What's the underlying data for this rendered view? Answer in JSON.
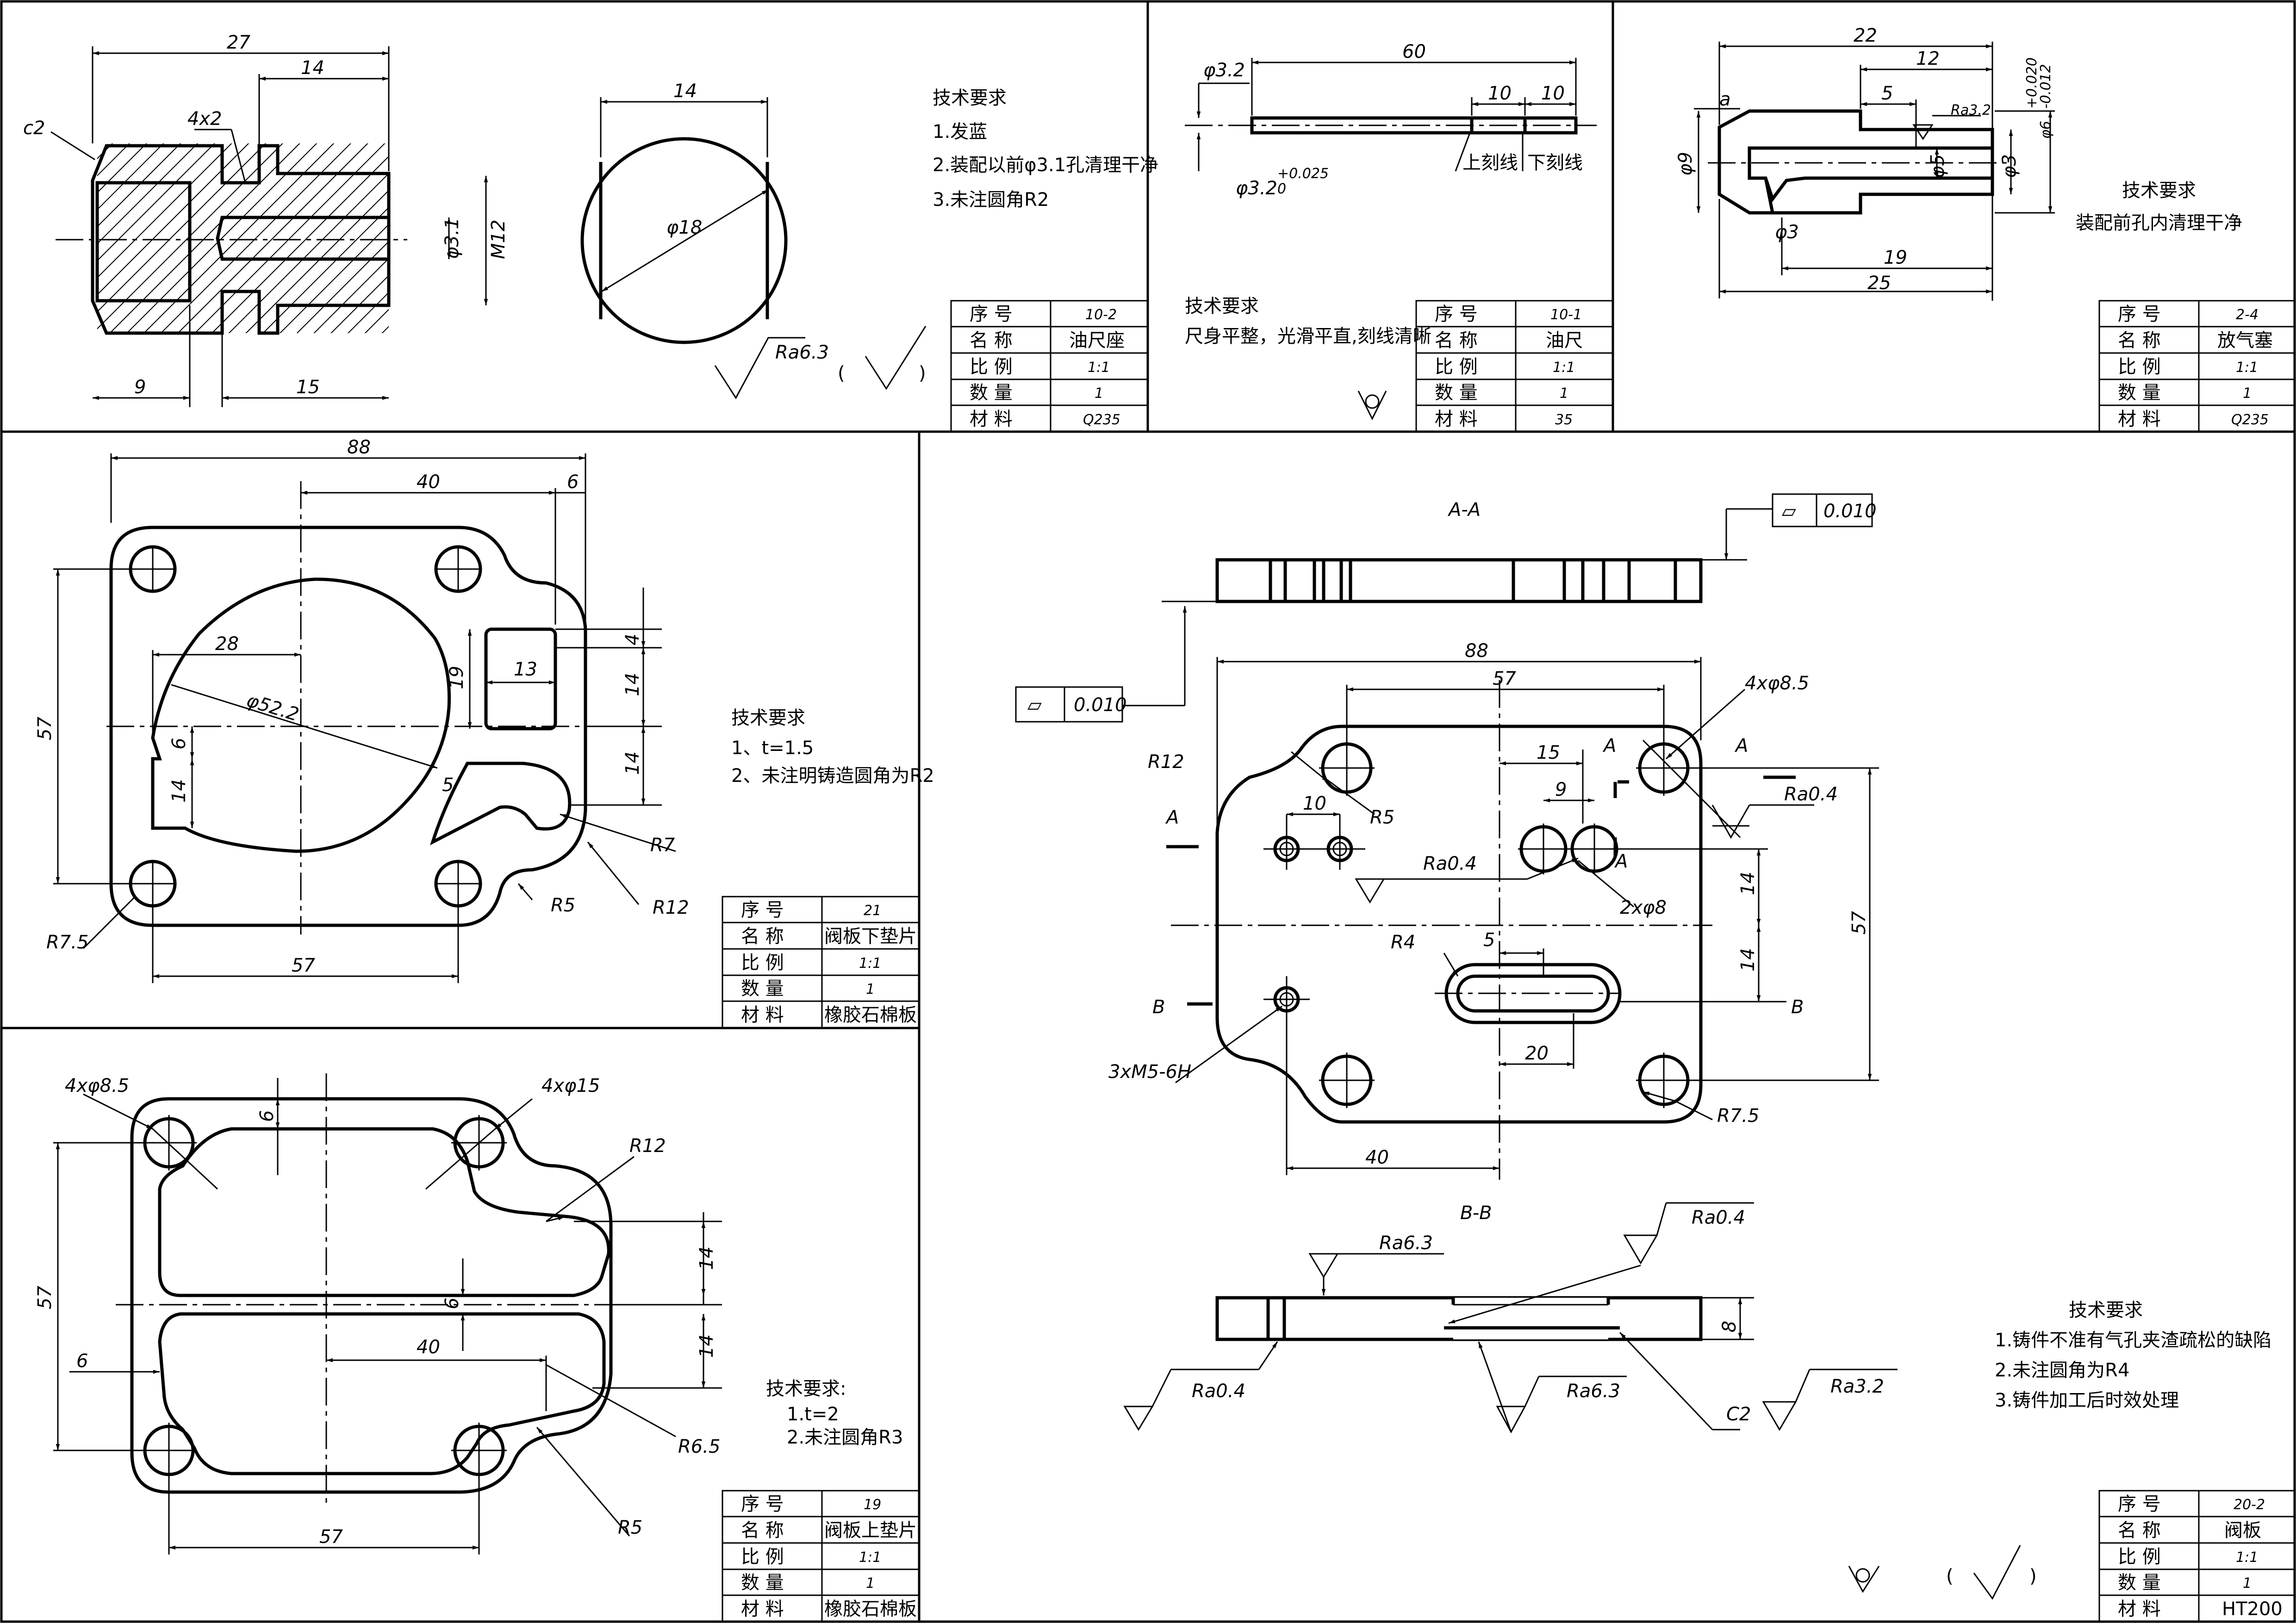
{
  "panels": {
    "oil_seat": {
      "dims": {
        "d27": "27",
        "d14": "14",
        "c2": "c2",
        "groove": "4x2",
        "d31": "φ3.1",
        "m12": "M12",
        "d9": "9",
        "d15": "15",
        "circ14": "14",
        "circ18": "φ18"
      },
      "notes": {
        "title": "技术要求",
        "lines": [
          "1.发蓝",
          "2.装配以前φ3.1孔清理干净",
          "3.未注圆角R2"
        ]
      },
      "roughness": "Ra6.3",
      "paren_open": "(",
      "paren_close": ")",
      "title_block": {
        "rows": [
          {
            "label": "序  号",
            "value": "10-2"
          },
          {
            "label": "名  称",
            "value": "油尺座"
          },
          {
            "label": "比  例",
            "value": "1:1"
          },
          {
            "label": "数  量",
            "value": "1"
          },
          {
            "label": "材  料",
            "value": "Q235"
          }
        ]
      }
    },
    "dipstick": {
      "dims": {
        "d60": "60",
        "d32": "φ3.2",
        "d32tol": "φ3.2",
        "tol_upper": "+0.025",
        "tol_lower": "0",
        "d10a": "10",
        "d10b": "10",
        "upper_mark": "上刻线",
        "lower_mark": "下刻线"
      },
      "notes": {
        "title": "技术要求",
        "lines": [
          "尺身平整，光滑平直,刻线清晰"
        ]
      },
      "title_block": {
        "rows": [
          {
            "label": "序  号",
            "value": "10-1"
          },
          {
            "label": "名  称",
            "value": "油尺"
          },
          {
            "label": "比  例",
            "value": "1:1"
          },
          {
            "label": "数  量",
            "value": "1"
          },
          {
            "label": "材  料",
            "value": "35"
          }
        ]
      }
    },
    "vent_plug": {
      "dims": {
        "d22": "22",
        "d12": "12",
        "d5": "5",
        "a": "a",
        "ra32": "Ra3.2",
        "d9": "φ9",
        "d5b": "φ5",
        "d3": "φ3",
        "d3b": "φ3",
        "d6": "φ6",
        "tol_upper": "+0.020",
        "tol_lower": "-0.012",
        "d19": "19",
        "d25": "25"
      },
      "notes": {
        "title": "技术要求",
        "lines": [
          "装配前孔内清理干净"
        ]
      },
      "title_block": {
        "rows": [
          {
            "label": "序  号",
            "value": "2-4"
          },
          {
            "label": "名  称",
            "value": "放气塞"
          },
          {
            "label": "比  例",
            "value": "1:1"
          },
          {
            "label": "数  量",
            "value": "1"
          },
          {
            "label": "材  料",
            "value": "Q235"
          }
        ]
      }
    },
    "lower_gasket": {
      "dims": {
        "d88": "88",
        "d40": "40",
        "d6": "6",
        "d57v": "57",
        "d28": "28",
        "d522": "φ52.2",
        "d19": "19",
        "d13": "13",
        "d4": "4",
        "d14a": "14",
        "d14b": "14",
        "d6b": "6",
        "d14c": "14",
        "d5": "5",
        "r7": "R7",
        "r5": "R5",
        "r12": "R12",
        "r75": "R7.5",
        "d57h": "57"
      },
      "notes": {
        "title": "技术要求",
        "lines": [
          "1、t=1.5",
          "2、未注明铸造圆角为R2"
        ]
      },
      "title_block": {
        "rows": [
          {
            "label": "序  号",
            "value": "21"
          },
          {
            "label": "名  称",
            "value": "阀板下垫片"
          },
          {
            "label": "比  例",
            "value": "1:1"
          },
          {
            "label": "数  量",
            "value": "1"
          },
          {
            "label": "材  料",
            "value": "橡胶石棉板"
          }
        ]
      }
    },
    "upper_gasket": {
      "dims": {
        "h85": "4xφ8.5",
        "h15": "4xφ15",
        "d6a": "6",
        "r12": "R12",
        "d57v": "57",
        "d14a": "14",
        "d6b": "6",
        "d14b": "14",
        "d6c": "6",
        "d40": "40",
        "r65": "R6.5",
        "r5": "R5",
        "d57h": "57"
      },
      "notes": {
        "title": "技术要求:",
        "lines": [
          "1.t=2",
          "2.未注圆角R3"
        ]
      },
      "title_block": {
        "rows": [
          {
            "label": "序  号",
            "value": "19"
          },
          {
            "label": "名  称",
            "value": "阀板上垫片"
          },
          {
            "label": "比  例",
            "value": "1:1"
          },
          {
            "label": "数  量",
            "value": "1"
          },
          {
            "label": "材  料",
            "value": "橡胶石棉板"
          }
        ]
      }
    },
    "valve_plate": {
      "section_aa": "A-A",
      "section_bb": "B-B",
      "flatness": {
        "symbol": "▱",
        "value": "0.010"
      },
      "dims": {
        "d88": "88",
        "d57": "57",
        "h85": "4xφ8.5",
        "r12": "R12",
        "d10": "10",
        "r5": "R5",
        "d15": "15",
        "d9": "9",
        "ra04a": "Ra0.4",
        "ra04b": "Ra0.4",
        "ra04c": "Ra0.4",
        "ra04d": "Ra0.4",
        "h8": "2xφ8",
        "d14a": "14",
        "d14b": "14",
        "d57v": "57",
        "r4": "R4",
        "d5": "5",
        "d20": "20",
        "m5": "3xM5-6H",
        "r75": "R7.5",
        "d40": "40",
        "ra63a": "Ra6.3",
        "ra63b": "Ra6.3",
        "d8": "8",
        "c2": "C2",
        "ra32": "Ra3.2",
        "secA1": "A",
        "secA2": "A",
        "secA3": "A",
        "secA4": "A",
        "secB1": "B",
        "secB2": "B"
      },
      "notes": {
        "title": "技术要求",
        "lines": [
          "1.铸件不准有气孔夹渣疏松的缺陷",
          "2.未注圆角为R4",
          "3.铸件加工后时效处理"
        ]
      },
      "paren_open": "(",
      "paren_close": ")",
      "title_block": {
        "rows": [
          {
            "label": "序  号",
            "value": "20-2"
          },
          {
            "label": "名  称",
            "value": "阀板"
          },
          {
            "label": "比  例",
            "value": "1:1"
          },
          {
            "label": "数  量",
            "value": "1"
          },
          {
            "label": "材  料",
            "value": "HT200"
          }
        ]
      }
    }
  }
}
